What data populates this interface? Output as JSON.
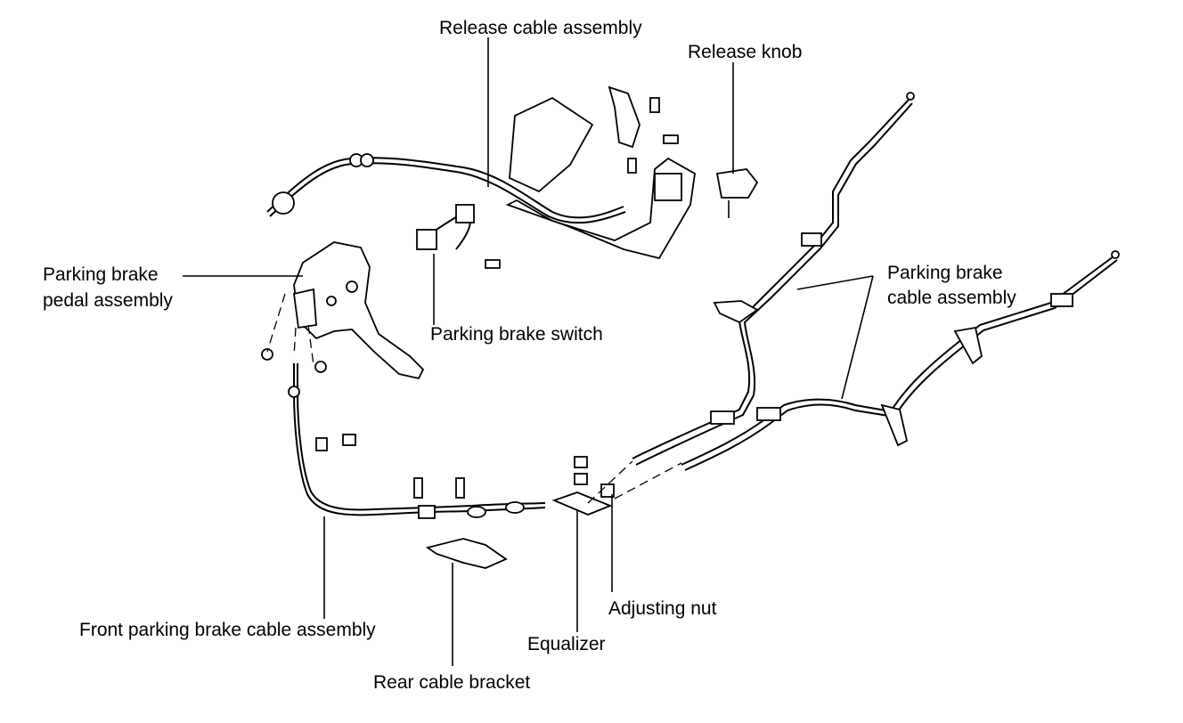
{
  "labels": {
    "release_cable": "Release cable assembly",
    "release_knob": "Release knob",
    "pedal_line1": "Parking brake",
    "pedal_line2": "pedal assembly",
    "switch": "Parking brake switch",
    "pb_cable_line1": "Parking brake",
    "pb_cable_line2": "cable assembly",
    "front_cable": "Front parking brake cable assembly",
    "equalizer": "Equalizer",
    "adjusting_nut": "Adjusting nut",
    "rear_bracket": "Rear cable bracket"
  }
}
